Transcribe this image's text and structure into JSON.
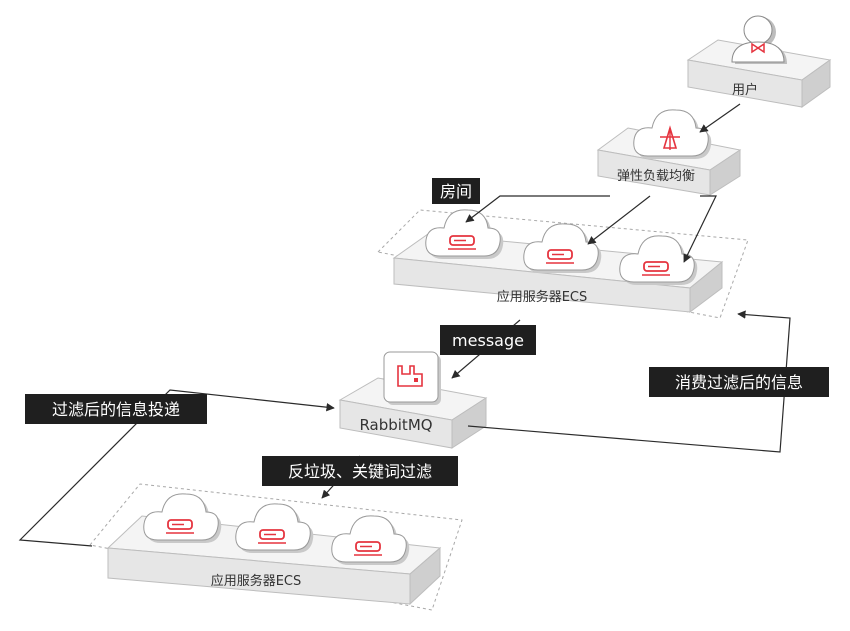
{
  "colors": {
    "accent_red": "#e5343f",
    "tag_bg": "#1f1f1f",
    "line": "#2b2b2b",
    "platform_top": "#f4f4f4",
    "platform_side": "#d4d4d4"
  },
  "nodes": {
    "user": {
      "label": "用户",
      "icon": "user-icon"
    },
    "load_balancer": {
      "label": "弹性负载均衡",
      "icon": "load-balancer-icon"
    },
    "rabbitmq": {
      "label": "RabbitMQ",
      "icon": "rabbitmq-icon"
    },
    "upper_ecs_group": {
      "label": "应用服务器ECS",
      "server_count": 3,
      "icon": "cloud-server-icon"
    },
    "lower_ecs_group": {
      "label": "应用服务器ECS",
      "server_count": 3,
      "icon": "cloud-server-icon"
    }
  },
  "tags": {
    "room": "房间",
    "message": "message",
    "consume_filtered": "消费过滤后的信息",
    "deliver_filtered": "过滤后的信息投递",
    "anti_spam": "反垃圾、关键词过滤"
  },
  "edges": [
    {
      "from": "user",
      "to": "load_balancer"
    },
    {
      "from": "load_balancer",
      "to": "upper_ecs_group"
    },
    {
      "from": "upper_ecs_group",
      "to": "rabbitmq",
      "label": "message"
    },
    {
      "from": "rabbitmq",
      "to": "upper_ecs_group",
      "label": "消费过滤后的信息"
    },
    {
      "from": "rabbitmq",
      "to": "lower_ecs_group",
      "label": "反垃圾、关键词过滤"
    },
    {
      "from": "lower_ecs_group",
      "to": "rabbitmq",
      "label": "过滤后的信息投递"
    }
  ]
}
